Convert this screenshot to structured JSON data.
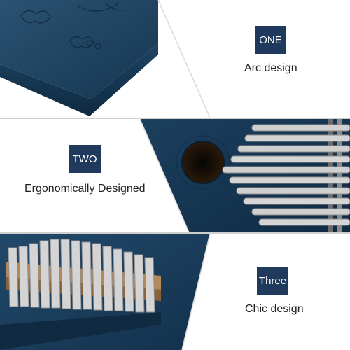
{
  "sections": [
    {
      "badge": "ONE",
      "caption": "Arc design"
    },
    {
      "badge": "TWO",
      "caption": "Ergonomically Designed"
    },
    {
      "badge": "Three",
      "caption": "Chic design"
    }
  ],
  "colors": {
    "badge_bg": "#1f3a5c",
    "wood_blue": "#1c3f5e",
    "wood_dark": "#102a42",
    "tine_metal": "#c9c9c9"
  }
}
